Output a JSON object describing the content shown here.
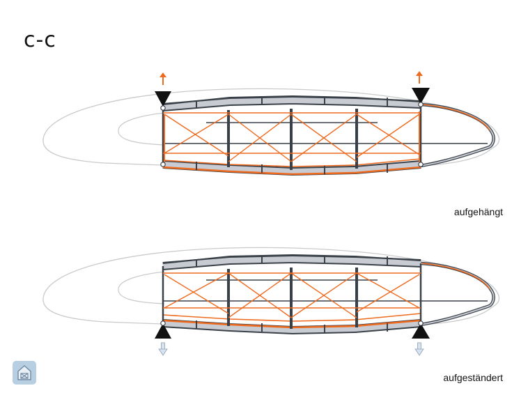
{
  "title": "c-c",
  "sections": [
    {
      "caption": "aufgehängt",
      "support": "suspended"
    },
    {
      "caption": "aufgeständert",
      "support": "supported"
    }
  ],
  "colors": {
    "frame": "#3a4048",
    "frame_fill": "#c8ccd2",
    "bracing": "#ee6a1e",
    "ghost_outline": "#c8cacc",
    "support": "#111111",
    "arrow_up": "#ee6a1e",
    "arrow_down": "#b9c9dc",
    "home_button": "#b7cfe0"
  },
  "icons": {
    "home": "house-icon"
  }
}
